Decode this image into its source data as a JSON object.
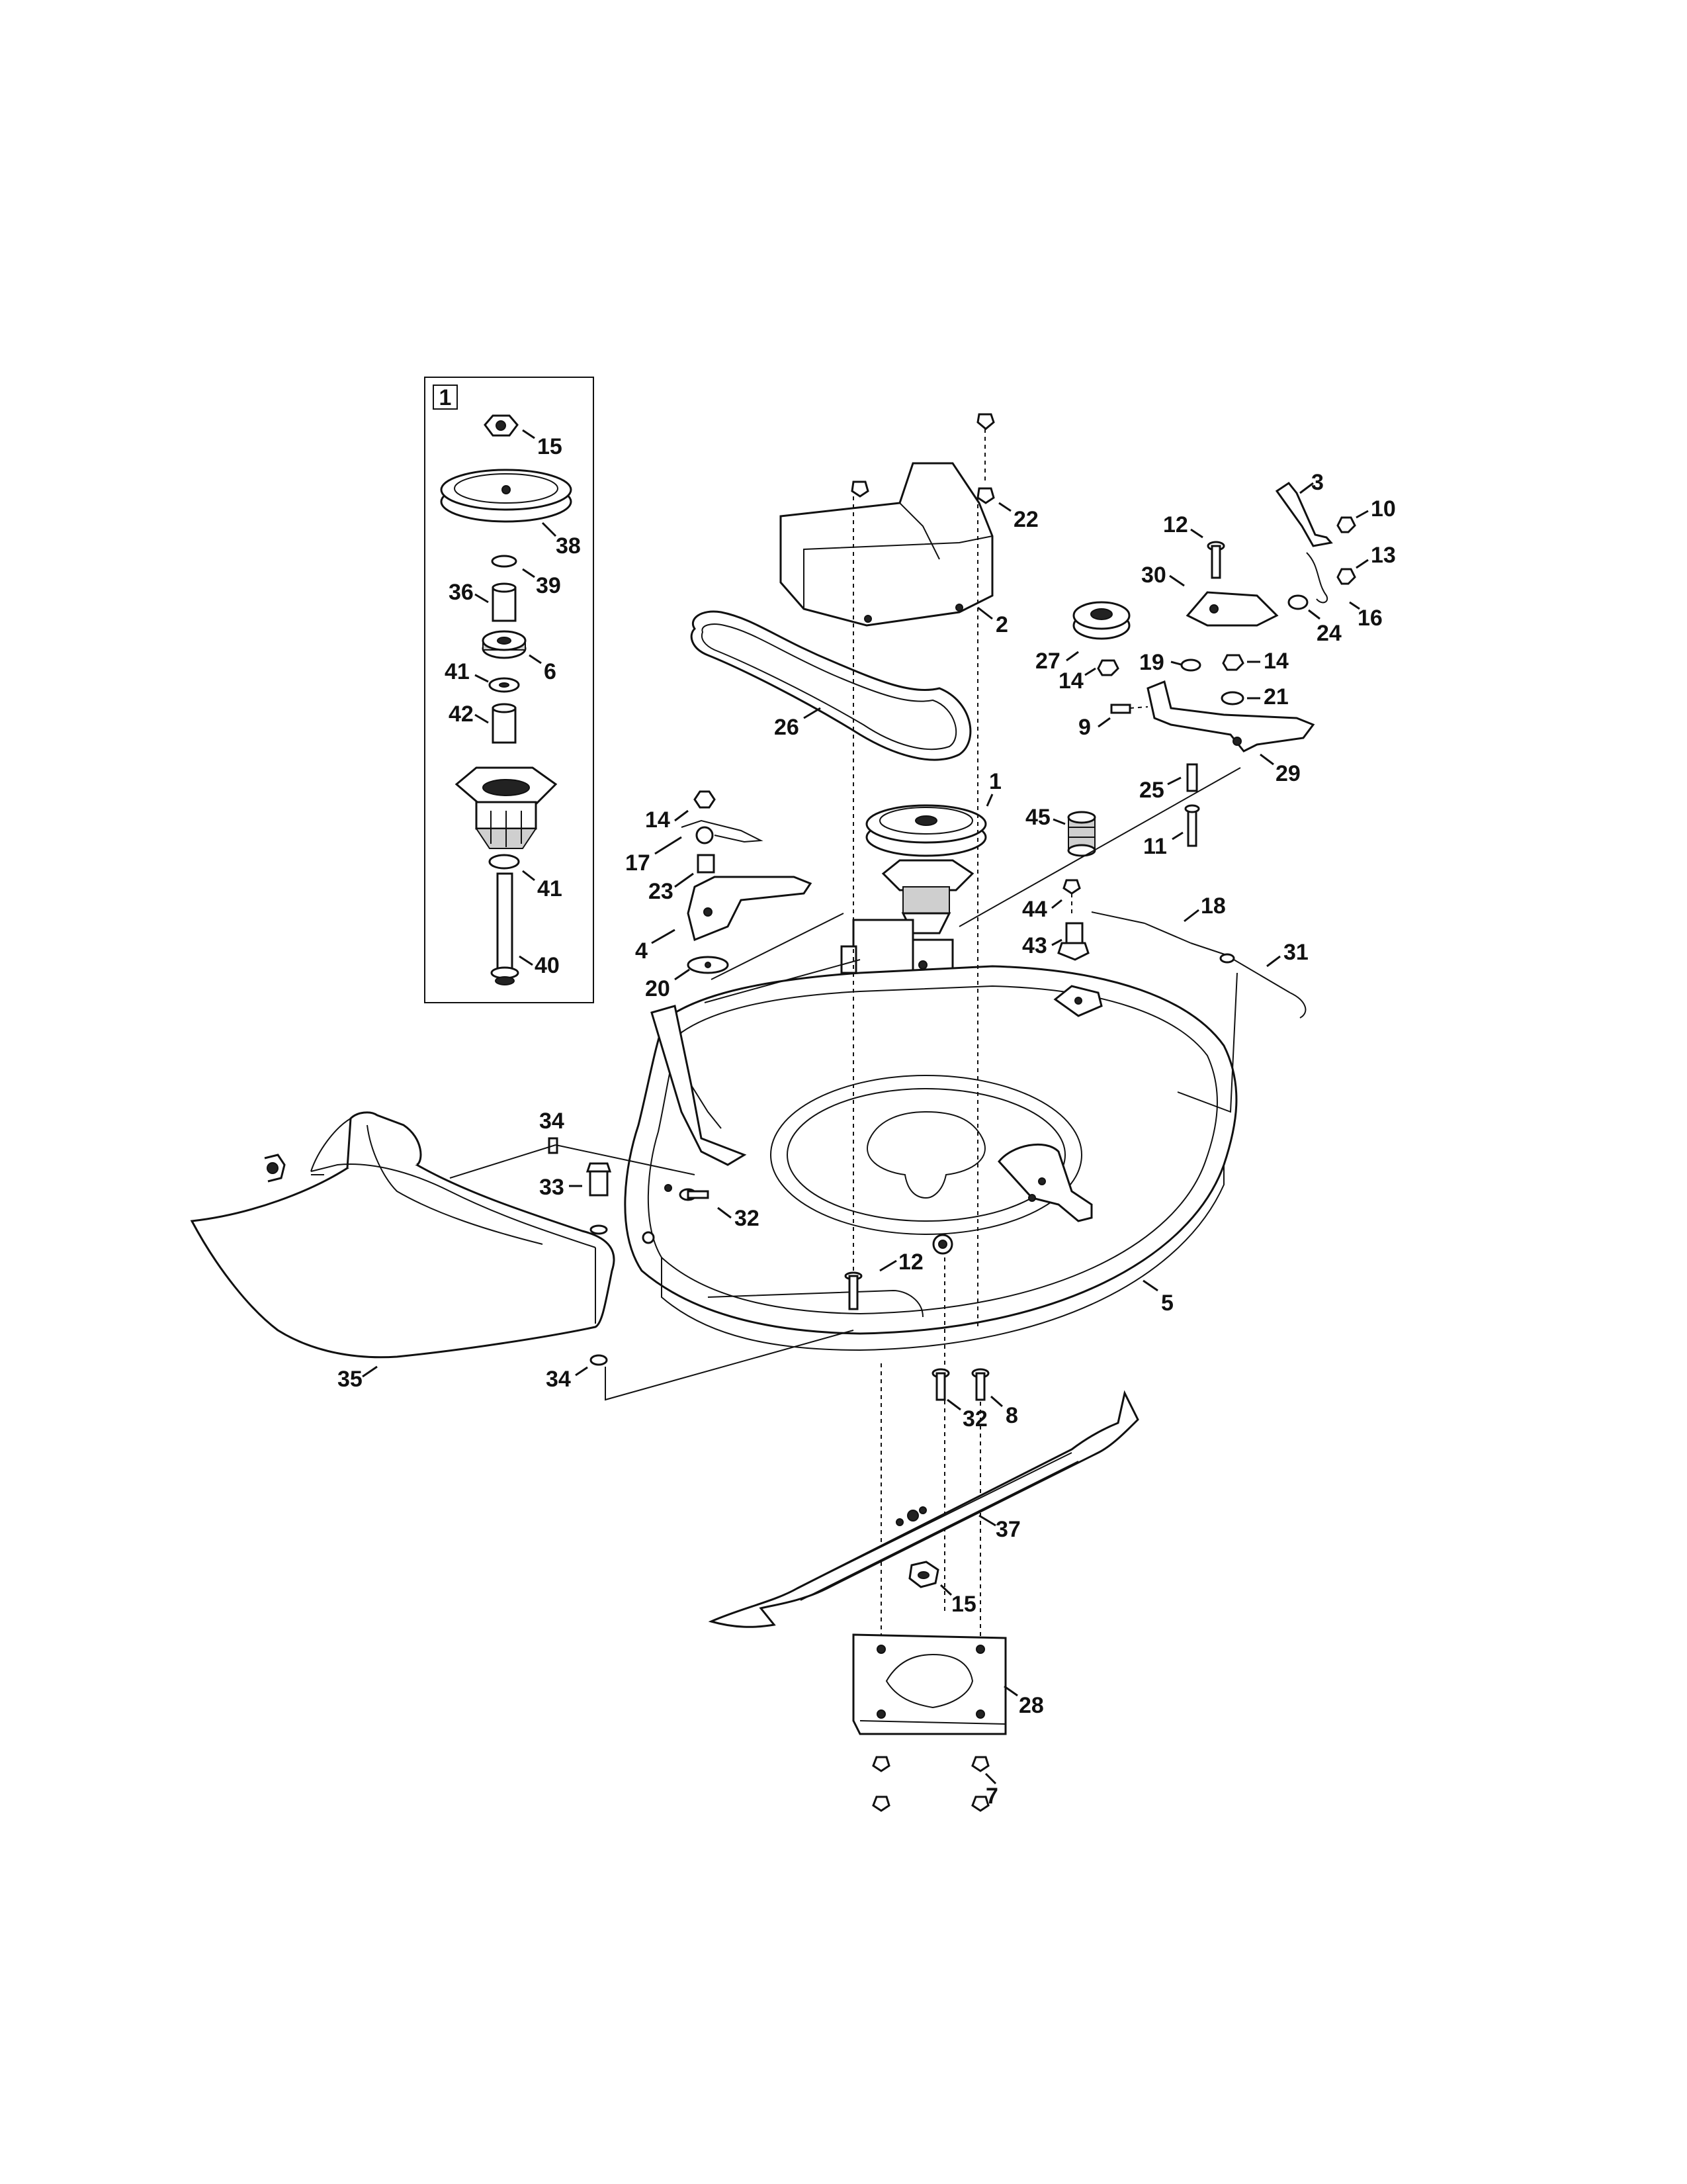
{
  "inset": {
    "label": "1"
  },
  "callouts": {
    "c1": "1",
    "c2": "2",
    "c3": "3",
    "c4": "4",
    "c5": "5",
    "c6": "6",
    "c7": "7",
    "c8": "8",
    "c9": "9",
    "c10": "10",
    "c11": "11",
    "c12a": "12",
    "c12b": "12",
    "c13": "13",
    "c14a": "14",
    "c14b": "14",
    "c14c": "14",
    "c15a": "15",
    "c15b": "15",
    "c16": "16",
    "c17": "17",
    "c18": "18",
    "c19": "19",
    "c20": "20",
    "c21": "21",
    "c22": "22",
    "c23": "23",
    "c24": "24",
    "c25": "25",
    "c26": "26",
    "c27": "27",
    "c28": "28",
    "c29": "29",
    "c30": "30",
    "c31": "31",
    "c32a": "32",
    "c32b": "32",
    "c33": "33",
    "c34a": "34",
    "c34b": "34",
    "c35": "35",
    "c36": "36",
    "c37": "37",
    "c38": "38",
    "c39": "39",
    "c40": "40",
    "c41a": "41",
    "c41b": "41",
    "c42": "42",
    "c43": "43",
    "c44": "44",
    "c45": "45"
  }
}
